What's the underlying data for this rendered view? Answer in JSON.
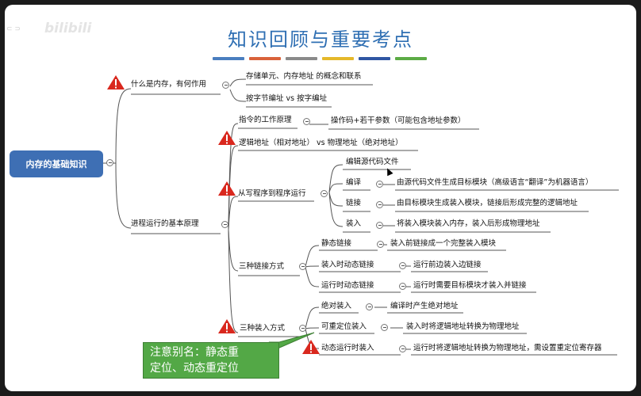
{
  "slide": {
    "title": "知识回顾与重要考点",
    "color_bars": [
      "#4a7ebf",
      "#d9623a",
      "#8a8a8a",
      "#e5b82a",
      "#2f56a3",
      "#5cab45"
    ],
    "logo_text": "bilibili"
  },
  "mindmap": {
    "root": "内存的基础知识",
    "branch1": {
      "label": "什么是内存，有何作用",
      "children": [
        "存储单元、内存地址 的概念和联系",
        "按字节编址 vs 按字编址"
      ]
    },
    "branch2": {
      "label": "进程运行的基本原理",
      "instruction": {
        "label": "指令的工作原理",
        "detail": "操作码+若干参数（可能包含地址参数）"
      },
      "address": {
        "label": "逻辑地址（相对地址） vs 物理地址（绝对地址）"
      },
      "program": {
        "label": "从写程序到程序运行",
        "steps": [
          {
            "label": "编辑源代码文件",
            "detail": ""
          },
          {
            "label": "编译",
            "detail": "由源代码文件生成目标模块（高级语言“翻译”为机器语言）"
          },
          {
            "label": "链接",
            "detail": "由目标模块生成装入模块，链接后形成完整的逻辑地址"
          },
          {
            "label": "装入",
            "detail": "将装入模块装入内存，装入后形成物理地址"
          }
        ]
      },
      "linking": {
        "label": "三种链接方式",
        "items": [
          {
            "label": "静态链接",
            "detail": "装入前链接成一个完整装入模块"
          },
          {
            "label": "装入时动态链接",
            "detail": "运行前边装入边链接"
          },
          {
            "label": "运行时动态链接",
            "detail": "运行时需要目标模块才装入并链接"
          }
        ]
      },
      "loading": {
        "label": "三种装入方式",
        "items": [
          {
            "label": "绝对装入",
            "detail": "编译时产生绝对地址"
          },
          {
            "label": "可重定位装入",
            "detail": "装入时将逻辑地址转换为物理地址"
          },
          {
            "label": "动态运行时装入",
            "detail": "运行时将逻辑地址转换为物理地址，需设置重定位寄存器"
          }
        ]
      }
    }
  },
  "callout": {
    "line1": "注意别名：静态重",
    "line2": "定位、动态重定位"
  },
  "colors": {
    "root_fill": "#3e6fb4",
    "callout_fill": "#53a846",
    "warning_red": "#d9281e",
    "title_blue": "#2f6fb3"
  }
}
